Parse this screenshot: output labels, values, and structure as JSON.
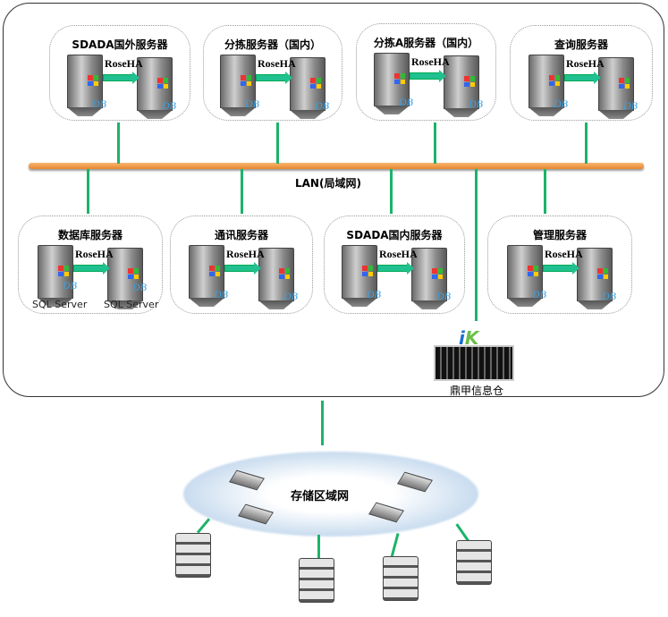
{
  "ha_label": "RoseHA",
  "db_label": "DB",
  "sql_label": "SQL Server",
  "lan_label": "LAN(局域网)",
  "storage_label": "鼎甲信息仓",
  "san_label": "存储区域网",
  "top_clusters": [
    {
      "title": "SDADA国外服务器"
    },
    {
      "title": "分拣服务器（国内）"
    },
    {
      "title": "分拣A服务器（国内）"
    },
    {
      "title": "查询服务器"
    }
  ],
  "bottom_clusters": [
    {
      "title": "数据库服务器",
      "sql": true
    },
    {
      "title": "通讯服务器"
    },
    {
      "title": "SDADA国内服务器"
    },
    {
      "title": "管理服务器"
    }
  ],
  "colors": {
    "link": "#1cb36a",
    "lan": "#e8862c",
    "arrow": "#21c08f"
  }
}
